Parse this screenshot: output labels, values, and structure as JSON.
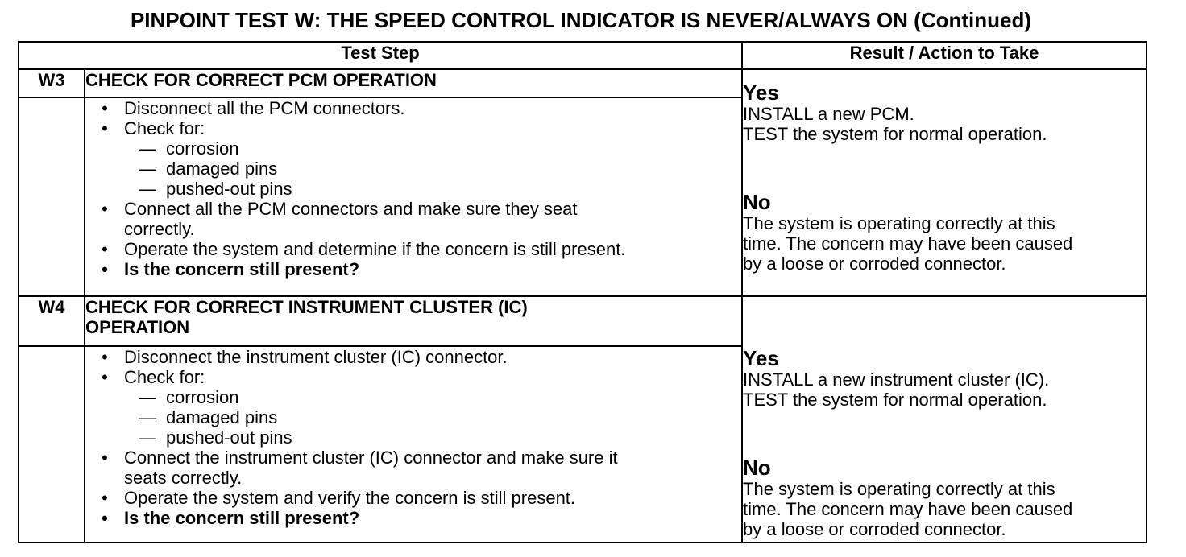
{
  "title": "PINPOINT TEST  W: THE SPEED CONTROL INDICATOR IS NEVER/ALWAYS ON (Continued)",
  "headers": {
    "test_step": "Test Step",
    "result": "Result / Action to Take"
  },
  "steps": [
    {
      "id": "W3",
      "title": "CHECK FOR CORRECT PCM OPERATION",
      "lines": [
        {
          "type": "bullet",
          "text": "Disconnect all the PCM connectors."
        },
        {
          "type": "bullet",
          "text": "Check for:"
        },
        {
          "type": "dash",
          "text": "corrosion"
        },
        {
          "type": "dash",
          "text": "damaged pins"
        },
        {
          "type": "dash",
          "text": "pushed-out pins"
        },
        {
          "type": "bullet",
          "text": "Connect all the PCM connectors and make sure they seat"
        },
        {
          "type": "cont",
          "text": "correctly."
        },
        {
          "type": "bullet",
          "text": "Operate the system and determine if the concern is still present."
        },
        {
          "type": "bullet-bold",
          "text": "Is the concern still present?"
        }
      ],
      "yes": {
        "label": "Yes",
        "lines": [
          "INSTALL a new PCM.",
          "TEST the system for normal operation."
        ]
      },
      "no": {
        "label": "No",
        "lines": [
          "The system is operating correctly at this",
          "time. The concern may have been caused",
          "by a loose or corroded connector."
        ]
      }
    },
    {
      "id": "W4",
      "title_lines": [
        "CHECK FOR CORRECT INSTRUMENT CLUSTER (IC)",
        "OPERATION"
      ],
      "lines": [
        {
          "type": "bullet",
          "text": "Disconnect the instrument cluster (IC) connector."
        },
        {
          "type": "bullet",
          "text": "Check for:"
        },
        {
          "type": "dash",
          "text": "corrosion"
        },
        {
          "type": "dash",
          "text": "damaged pins"
        },
        {
          "type": "dash",
          "text": "pushed-out pins"
        },
        {
          "type": "bullet",
          "text": "Connect the instrument cluster (IC) connector and make sure it"
        },
        {
          "type": "cont",
          "text": "seats correctly."
        },
        {
          "type": "bullet",
          "text": "Operate the system and verify the concern is still present."
        },
        {
          "type": "bullet-bold",
          "text": "Is the concern still present?"
        }
      ],
      "yes": {
        "label": "Yes",
        "lines": [
          "INSTALL a new instrument cluster (IC).",
          "TEST the system for normal operation."
        ]
      },
      "no": {
        "label": "No",
        "lines": [
          "The system is operating correctly at this",
          "time. The concern may have been caused",
          "by a loose or corroded connector."
        ]
      }
    }
  ],
  "glyphs": {
    "bullet": "•",
    "dash": "—"
  }
}
